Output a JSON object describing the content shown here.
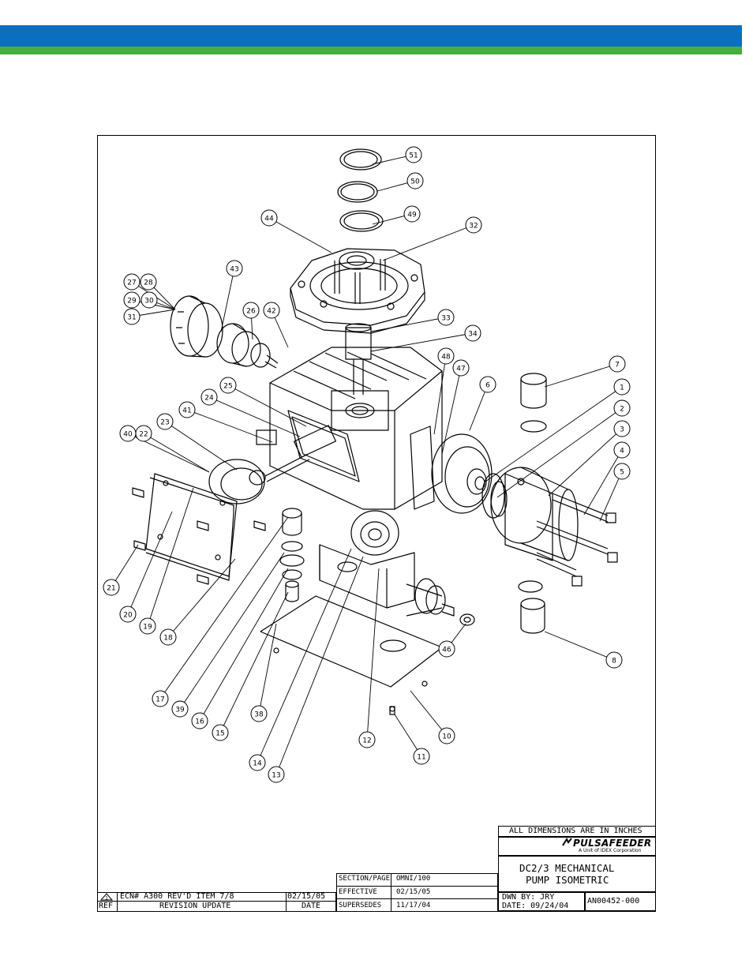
{
  "colors": {
    "band_blue": "#0a6fbe",
    "band_green": "#48ad3c",
    "ink": "#000000"
  },
  "callouts": [
    "51",
    "50",
    "49",
    "44",
    "32",
    "43",
    "27",
    "28",
    "29",
    "30",
    "31",
    "26",
    "42",
    "33",
    "34",
    "48",
    "47",
    "6",
    "7",
    "1",
    "2",
    "3",
    "4",
    "5",
    "25",
    "24",
    "41",
    "40",
    "22",
    "23",
    "21",
    "20",
    "19",
    "18",
    "17",
    "39",
    "16",
    "15",
    "38",
    "14",
    "13",
    "12",
    "46",
    "11",
    "10",
    "8"
  ],
  "title_block": {
    "dimensions_note": "ALL DIMENSIONS ARE IN INCHES",
    "company": "PULSAFEEDER",
    "company_sub": "A Unit of IDEX Corporation",
    "title_line1": "DC2/3 MECHANICAL",
    "title_line2": "PUMP ISOMETRIC",
    "drawn_by": "DWN BY: JRY",
    "date": "DATE: 09/24/04",
    "drawing_number": "AN00452-000",
    "section_label": "SECTION/PAGE",
    "section_value": "OMNI/100",
    "effective_label": "EFFECTIVE",
    "effective_value": "02/15/05",
    "supersedes_label": "SUPERSEDES",
    "supersedes_value": "11/17/04",
    "revision_symbol": "1",
    "revision_text": "ECN# A300 REV'D ITEM 7/8",
    "revision_date": "02/15/05",
    "ref_header": "REF",
    "revision_header": "REVISION UPDATE",
    "date_header": "DATE"
  }
}
